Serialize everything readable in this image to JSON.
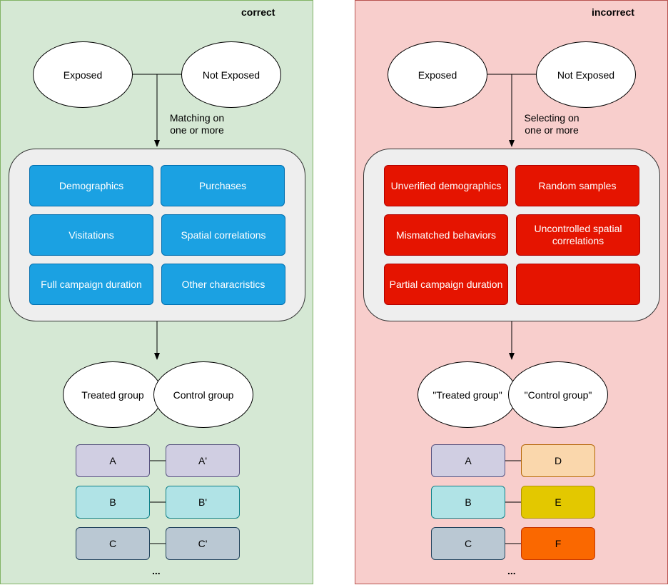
{
  "correct": {
    "title": "correct",
    "exposed": "Exposed",
    "not_exposed": "Not Exposed",
    "note_line1": "Matching on",
    "note_line2": "one or more",
    "criteria": [
      "Demographics",
      "Purchases",
      "Visitations",
      "Spatial correlations",
      "Full campaign duration",
      "Other characristics"
    ],
    "treated": "Treated group",
    "control": "Control group",
    "pairs": [
      [
        "A",
        "A'"
      ],
      [
        "B",
        "B'"
      ],
      [
        "C",
        "C'"
      ]
    ],
    "more": "..."
  },
  "incorrect": {
    "title": "incorrect",
    "exposed": "Exposed",
    "not_exposed": "Not Exposed",
    "note_line1": "Selecting on",
    "note_line2": "one or more",
    "criteria": [
      "Unverified demographics",
      "Random samples",
      "Mismatched behaviors",
      "Uncontrolled spatial correlations",
      "Partial campaign duration",
      ""
    ],
    "treated": "\"Treated group\"",
    "control": "\"Control group\"",
    "pairs": [
      [
        "A",
        "D"
      ],
      [
        "B",
        "E"
      ],
      [
        "C",
        "F"
      ]
    ],
    "more": "..."
  },
  "colors": {
    "correct_bg": "#d5e8d4",
    "incorrect_bg": "#f8cecc",
    "criteria_correct": "#1ba1e2",
    "criteria_incorrect": "#e51400",
    "item_a": "#d0cee2",
    "item_b": "#b0e3e6",
    "item_c": "#bac8d3",
    "item_d": "#fad7ac",
    "item_e": "#e3c800",
    "item_f": "#fa6800"
  }
}
